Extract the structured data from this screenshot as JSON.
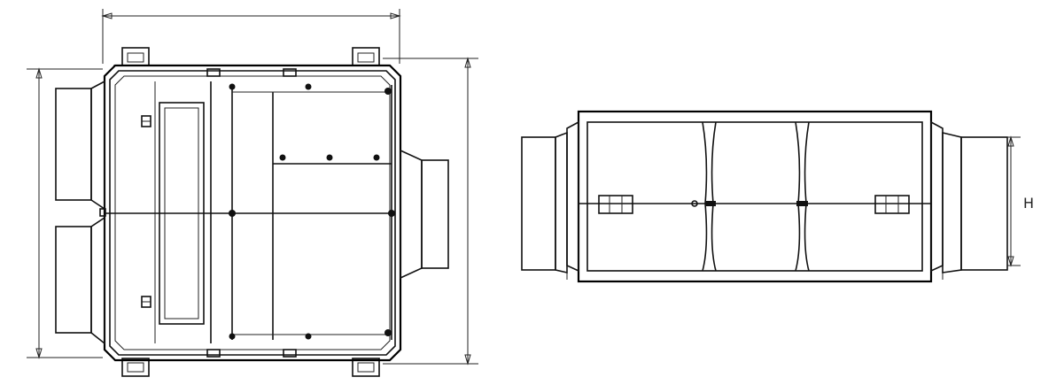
{
  "drawing": {
    "views": [
      "top-view",
      "side-view"
    ],
    "dimension_labels": {
      "height": "H"
    }
  },
  "colors": {
    "line": "#111111",
    "background": "#ffffff"
  }
}
